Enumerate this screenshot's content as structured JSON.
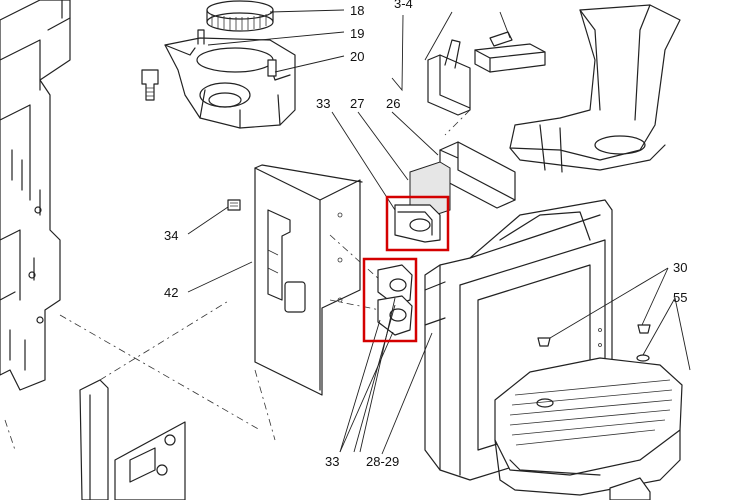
{
  "labels": {
    "p18": "18",
    "p19": "19",
    "p20": "20",
    "p3_4": "3-4",
    "p33_top": "33",
    "p27": "27",
    "p26": "26",
    "p34": "34",
    "p42": "42",
    "p30": "30",
    "p55": "55",
    "p33_bottom": "33",
    "p28_29": "28-29"
  },
  "colors": {
    "highlight": "#d40000",
    "line": "#222222"
  }
}
